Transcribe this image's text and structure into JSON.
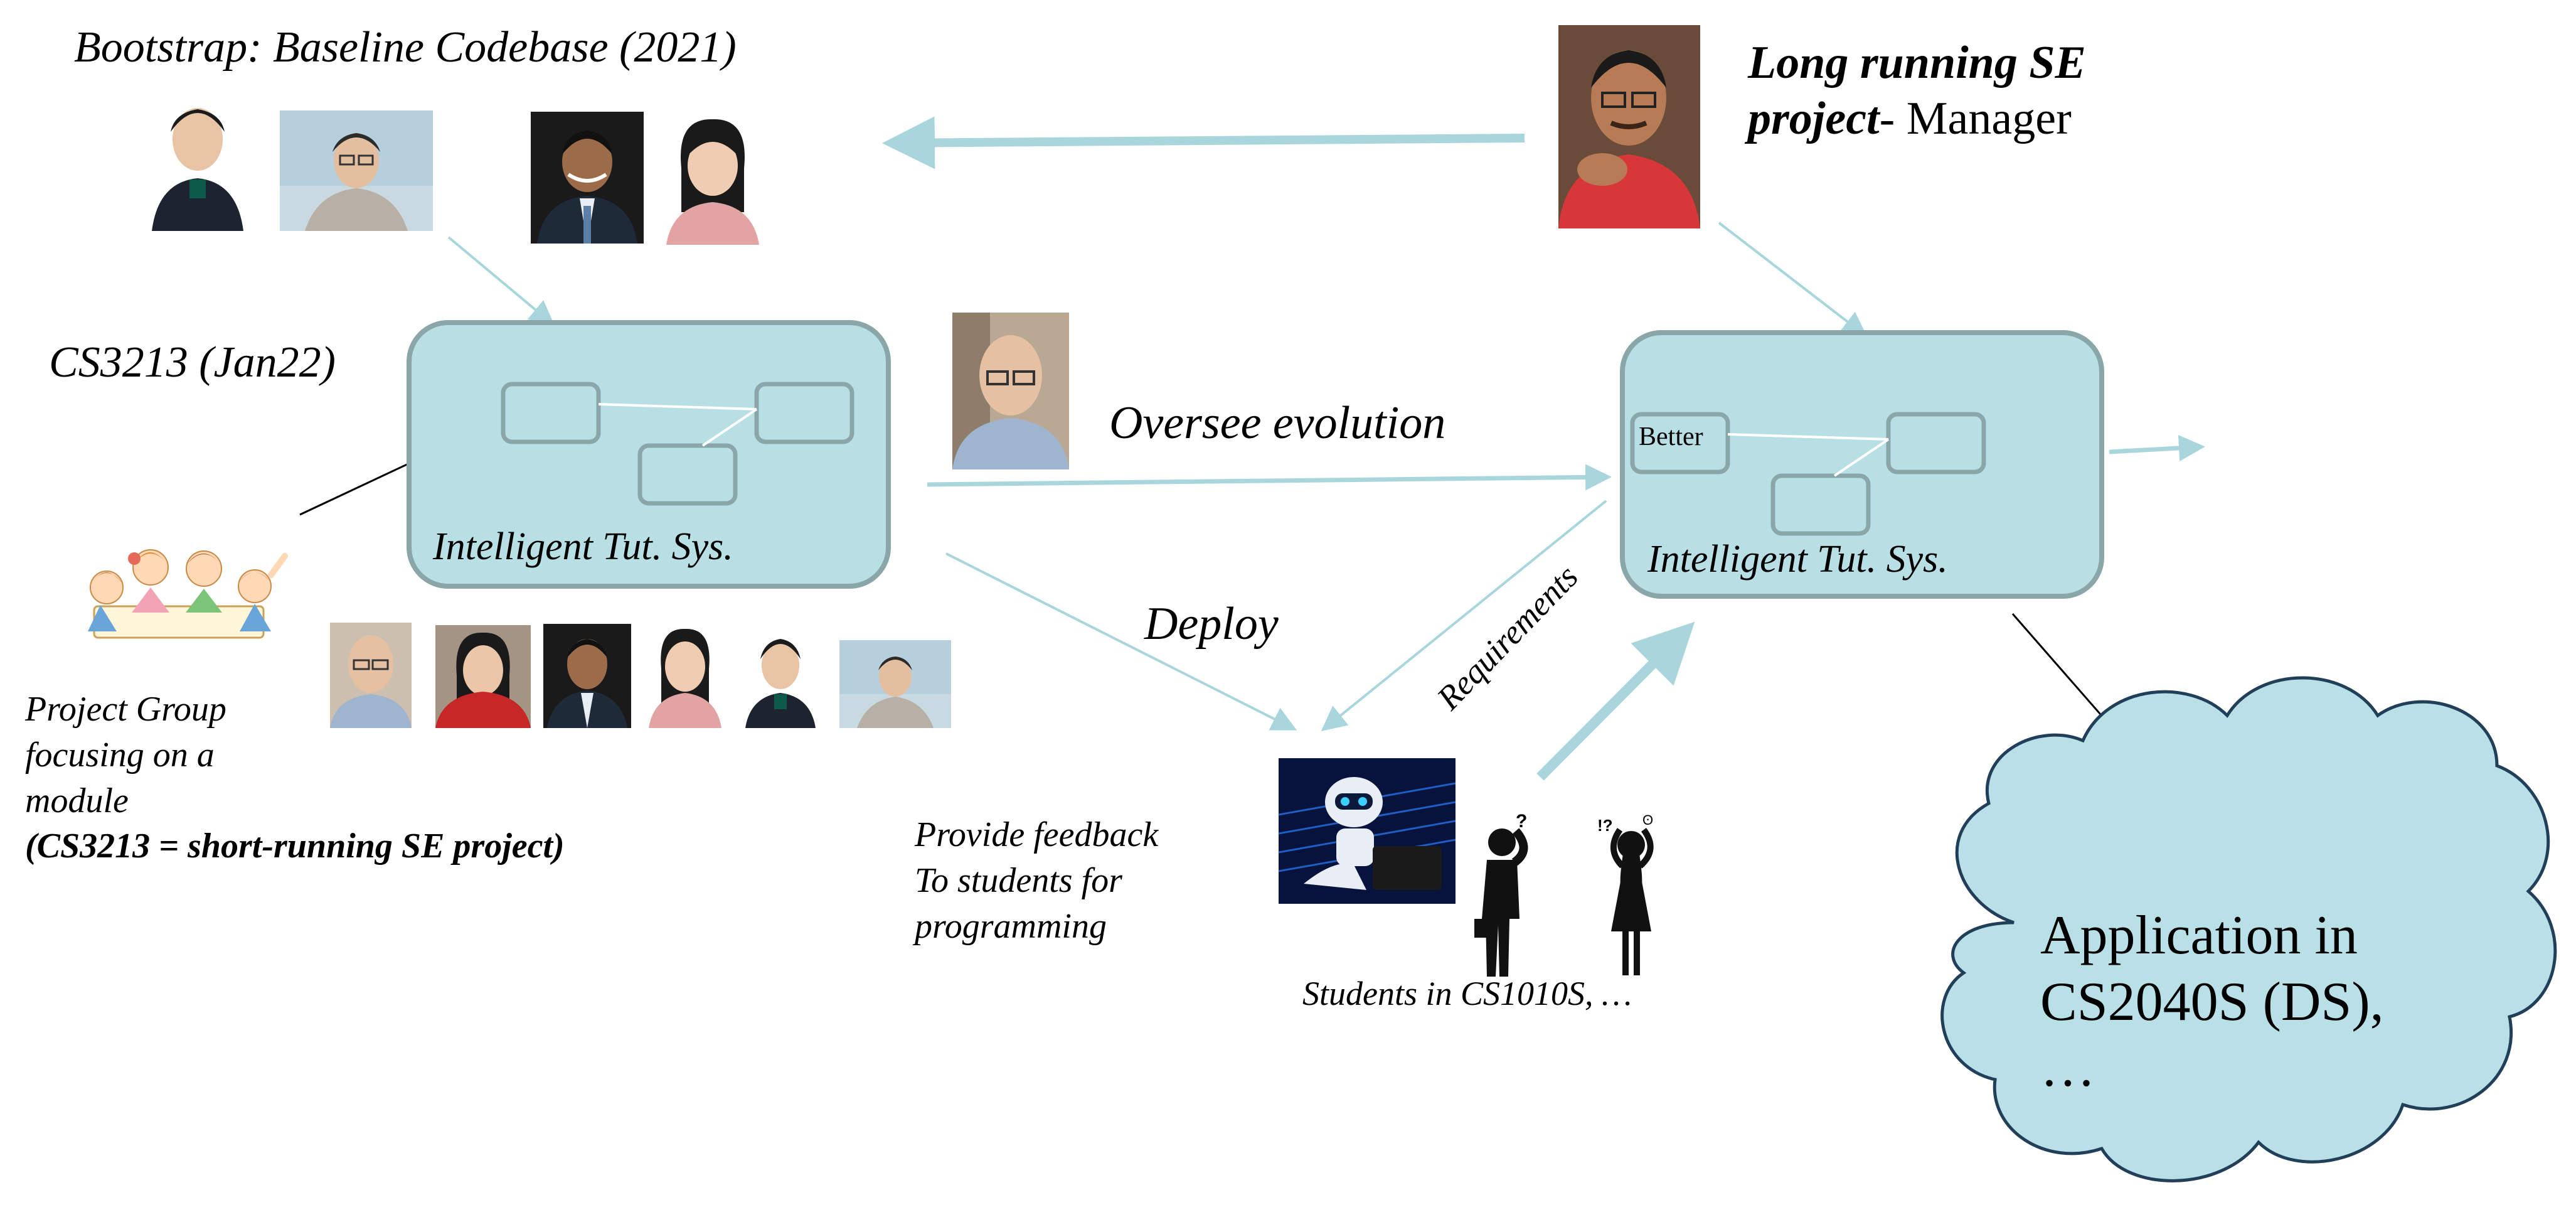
{
  "headings": {
    "bootstrap": "Bootstrap: Baseline Codebase (2021)",
    "course": "CS3213 (Jan22)",
    "manager_bold_line1": "Long running SE",
    "manager_bold_line2": "project",
    "manager_rest": "- Manager"
  },
  "labels": {
    "oversee": "Oversee evolution",
    "deploy": "Deploy",
    "requirements": "Requirements",
    "its_left": "Intelligent Tut. Sys.",
    "its_right": "Intelligent Tut. Sys.",
    "better": "Better",
    "students": "Students in CS1010S, …"
  },
  "project_group": {
    "line1": "Project Group",
    "line2": "focusing on a",
    "line3": "module",
    "line4": "(CS3213 = short-running SE project)"
  },
  "feedback": {
    "line1": "Provide feedback",
    "line2": "To students for",
    "line3": "programming"
  },
  "cloud": {
    "line1": "Application in",
    "line2": "CS2040S (DS),",
    "line3": "…"
  },
  "colors": {
    "box_fill": "#b8dfe3",
    "box_stroke": "#8aa6a8",
    "arrow": "#a8d6dc",
    "cloud_fill": "#b9e0e6",
    "cloud_stroke": "#223f5a"
  }
}
